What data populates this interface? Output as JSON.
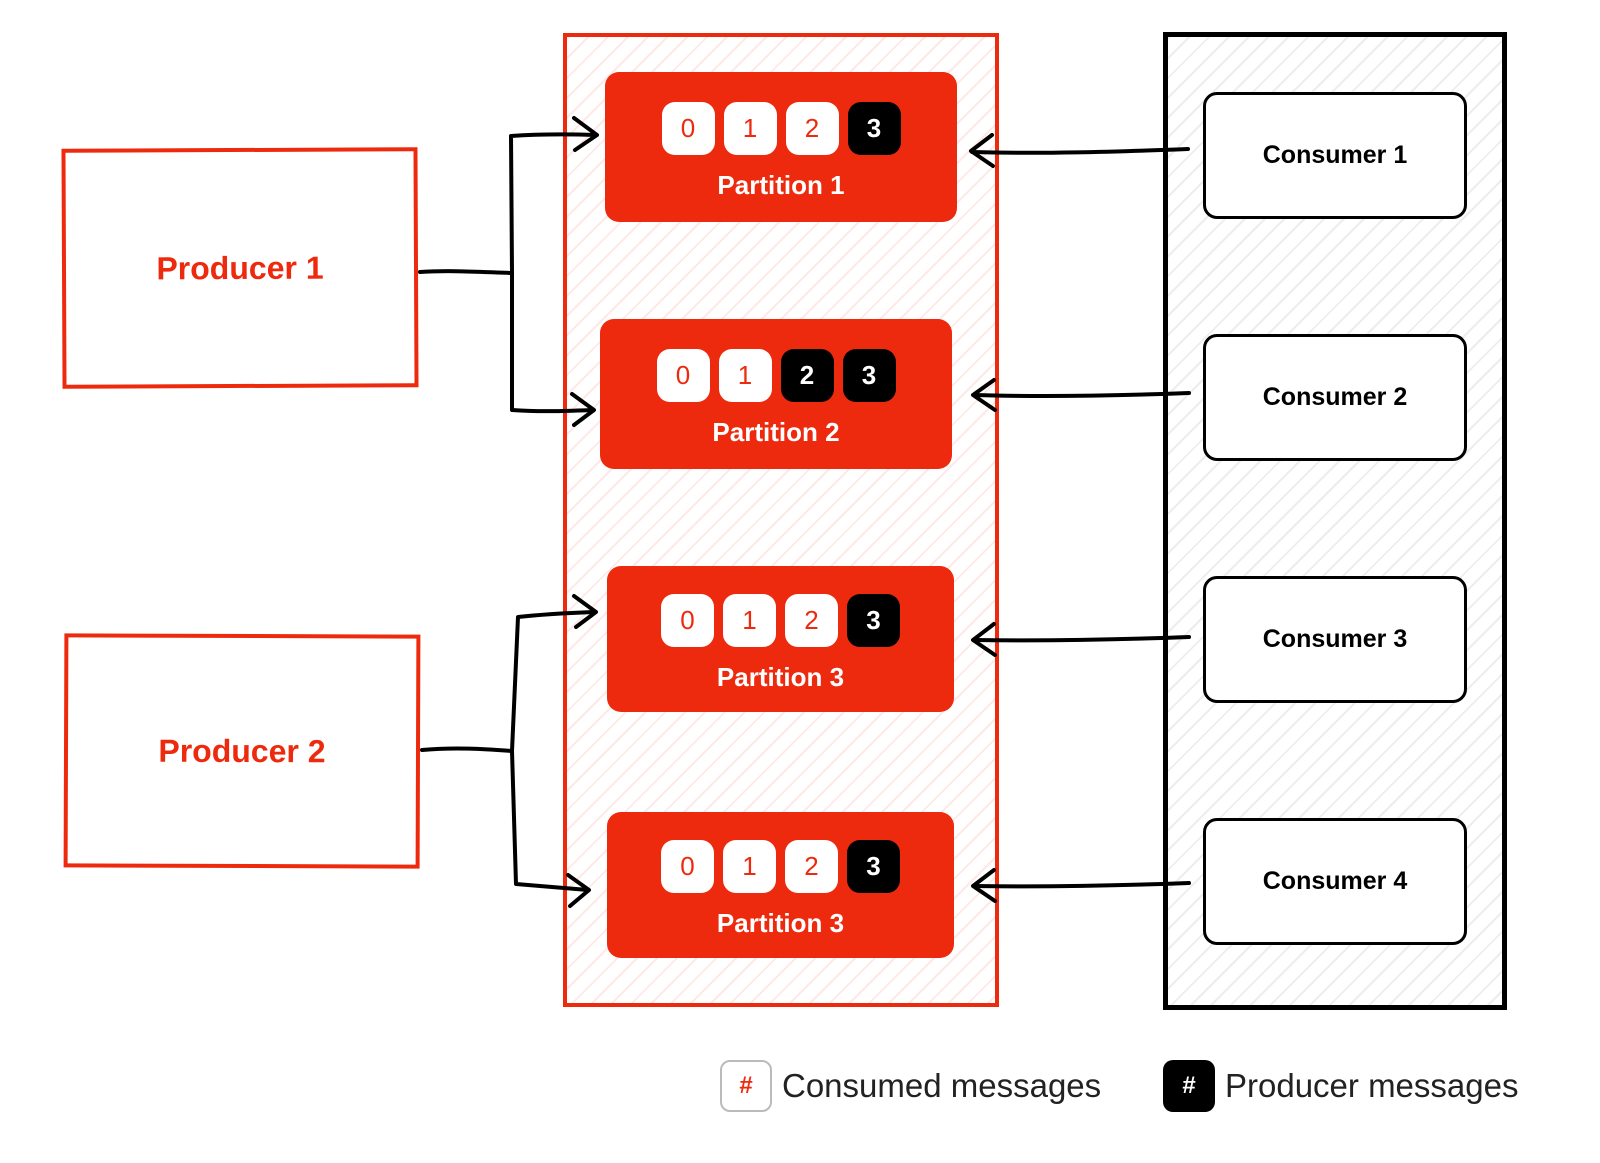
{
  "colors": {
    "accent": "#ee2a0e",
    "produced_message": "#000000",
    "consumed_message": "#ffffff",
    "consumer_border": "#000000"
  },
  "producers": [
    {
      "label": "Producer 1"
    },
    {
      "label": "Producer 2"
    }
  ],
  "partitions": [
    {
      "label": "Partition 1",
      "messages": [
        {
          "label": "0",
          "state": "consumed"
        },
        {
          "label": "1",
          "state": "consumed"
        },
        {
          "label": "2",
          "state": "consumed"
        },
        {
          "label": "3",
          "state": "produced"
        }
      ]
    },
    {
      "label": "Partition 2",
      "messages": [
        {
          "label": "0",
          "state": "consumed"
        },
        {
          "label": "1",
          "state": "consumed"
        },
        {
          "label": "2",
          "state": "produced"
        },
        {
          "label": "3",
          "state": "produced"
        }
      ]
    },
    {
      "label": "Partition 3",
      "messages": [
        {
          "label": "0",
          "state": "consumed"
        },
        {
          "label": "1",
          "state": "consumed"
        },
        {
          "label": "2",
          "state": "consumed"
        },
        {
          "label": "3",
          "state": "produced"
        }
      ]
    },
    {
      "label": "Partition 3",
      "messages": [
        {
          "label": "0",
          "state": "consumed"
        },
        {
          "label": "1",
          "state": "consumed"
        },
        {
          "label": "2",
          "state": "consumed"
        },
        {
          "label": "3",
          "state": "produced"
        }
      ]
    }
  ],
  "consumers": [
    {
      "label": "Consumer 1"
    },
    {
      "label": "Consumer 2"
    },
    {
      "label": "Consumer 3"
    },
    {
      "label": "Consumer 4"
    }
  ],
  "legend": {
    "consumed": {
      "symbol": "#",
      "label": "Consumed messages"
    },
    "produced": {
      "symbol": "#",
      "label": "Producer messages"
    }
  }
}
